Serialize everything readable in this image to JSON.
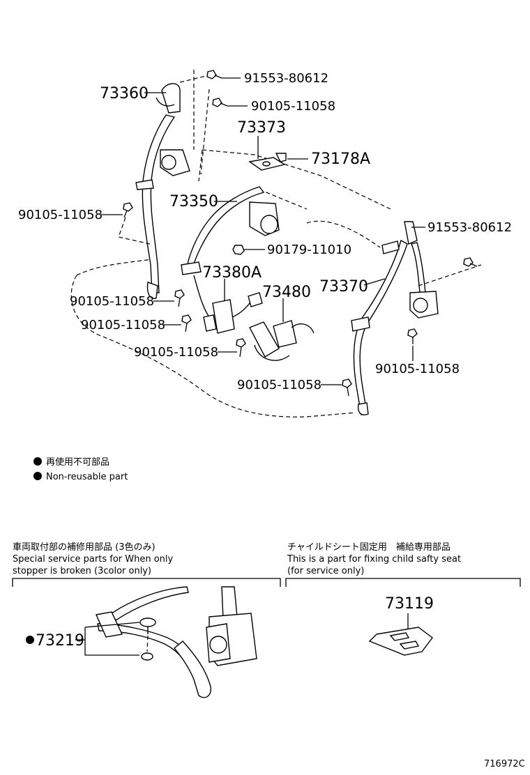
{
  "parts": {
    "p73360": "73360",
    "p91553_top": "91553-80612",
    "p90105_top": "90105-11058",
    "p73373": "73373",
    "p73178A": "73178A",
    "p73350": "73350",
    "p90105_left": "90105-11058",
    "p90179": "90179-11010",
    "p91553_right": "91553-80612",
    "p73380A": "73380A",
    "p73480": "73480",
    "p73370": "73370",
    "p90105_a": "90105-11058",
    "p90105_b": "90105-11058",
    "p90105_c": "90105-11058",
    "p90105_right": "90105-11058",
    "p90105_bottom": "90105-11058",
    "p73219": "73219",
    "p73119": "73119"
  },
  "legend": {
    "jp": "再使用不可部品",
    "en": "Non-reusable part"
  },
  "sections": {
    "left_jp": "車両取付部の補修用部品 (3色のみ)",
    "left_en1": "Special service parts for When only",
    "left_en2": "stopper is broken (3color only)",
    "right_jp": "チャイルドシート固定用　補給専用部品",
    "right_en1": "This is a part for fixing child safty seat",
    "right_en2": "(for service only)"
  },
  "diagram_id": "716972C",
  "icons": {
    "non_reusable_marker": "filled-circle-icon"
  }
}
